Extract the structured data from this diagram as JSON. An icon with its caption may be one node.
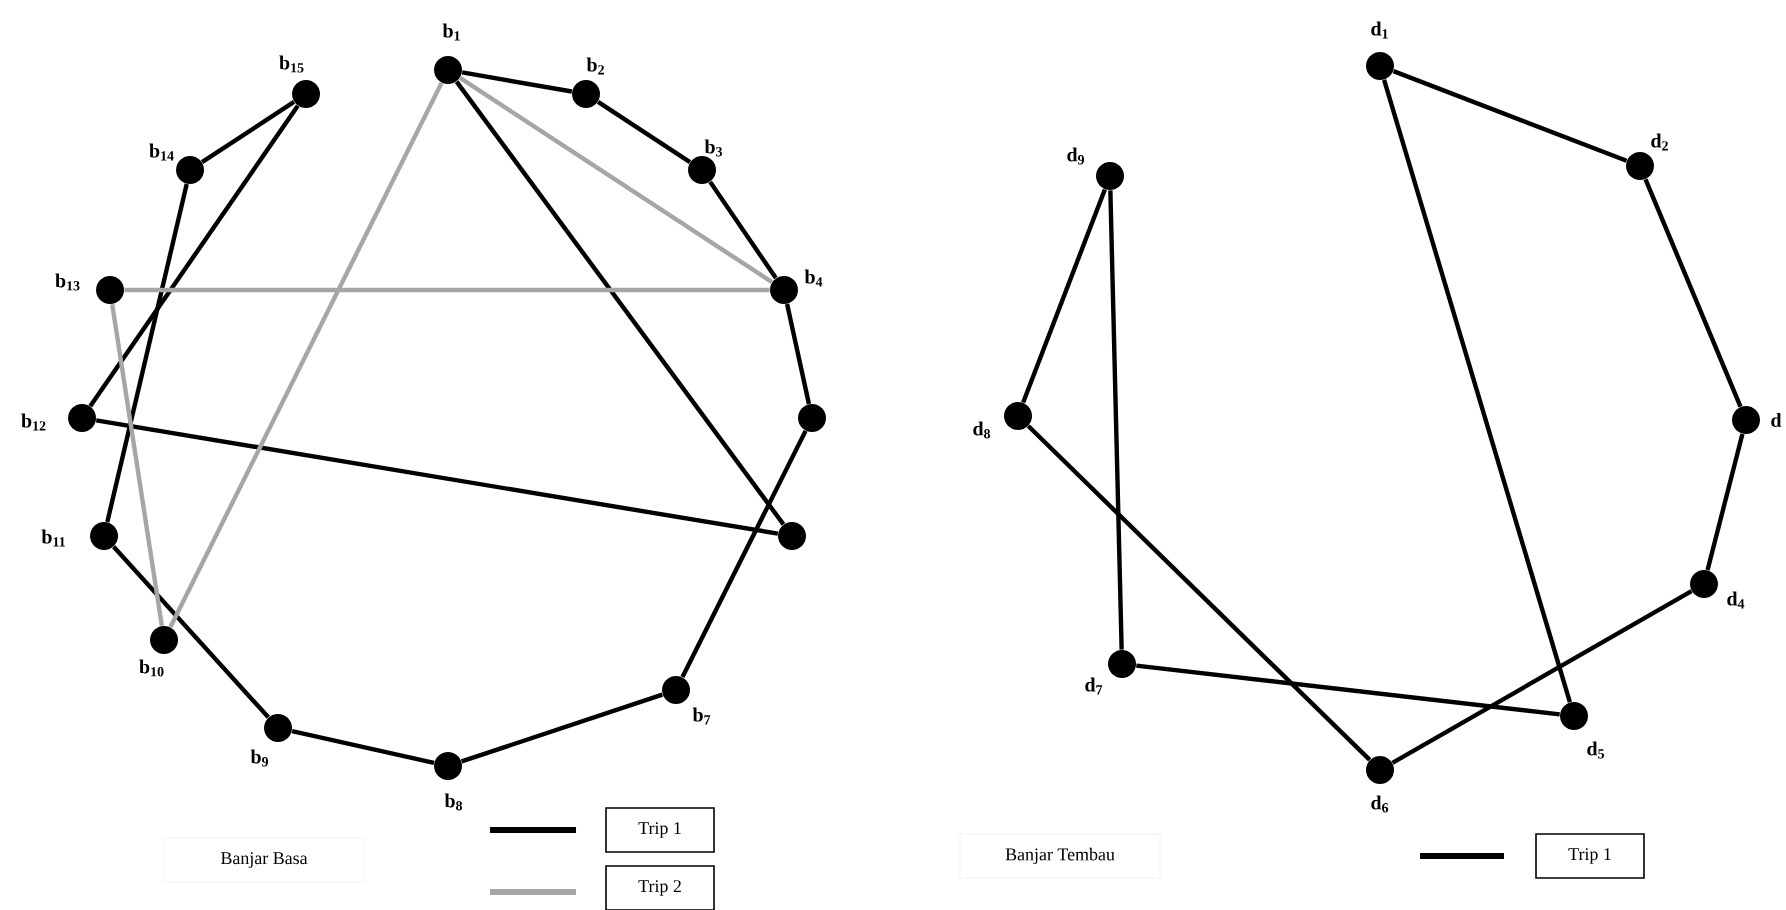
{
  "diagram": {
    "nodes": [
      {
        "text": [],
        "shape": "circle",
        "beside": [
          "b$_{1}$"
        ]
      },
      {
        "text": [],
        "shape": "circle",
        "beside": [
          "b$_{2}$"
        ]
      },
      {
        "text": [],
        "shape": "circle",
        "beside": [
          "b$_{3}$"
        ]
      },
      {
        "text": [],
        "shape": "circle",
        "beside": [
          "b$_{4}$"
        ]
      },
      {
        "text": [],
        "shape": "circle"
      },
      {
        "text": [],
        "shape": "circle"
      },
      {
        "text": [],
        "shape": "circle",
        "beside": [
          "b$_{7}$"
        ]
      },
      {
        "text": [],
        "shape": "circle",
        "beside": [
          "b$_{8}$"
        ]
      },
      {
        "text": [],
        "shape": "circle",
        "beside": [
          "b$_{9}$"
        ]
      },
      {
        "text": [],
        "shape": "circle",
        "beside": [
          "b$_{10}$"
        ]
      },
      {
        "text": [],
        "shape": "circle",
        "beside": [
          "b$_{11}$"
        ]
      },
      {
        "text": [],
        "shape": "circle",
        "beside": [
          "b$_{12}$"
        ]
      },
      {
        "text": [],
        "shape": "circle",
        "beside": [
          "b$_{13}$"
        ]
      },
      {
        "text": [],
        "shape": "circle",
        "beside": [
          "b$_{14}$"
        ]
      },
      {
        "text": [],
        "shape": "circle",
        "beside": [
          "b$_{15}$"
        ]
      },
      {
        "text": [],
        "shape": "circle",
        "beside": [
          "d$_{1}$"
        ]
      },
      {
        "text": [],
        "shape": "circle",
        "beside": [
          "d$_{2}$"
        ]
      },
      {
        "text": [],
        "shape": "circle",
        "beside": [
          "d"
        ]
      },
      {
        "text": [],
        "shape": "circle",
        "beside": [
          "d$_{4}$"
        ]
      },
      {
        "text": [],
        "shape": "circle",
        "beside": [
          "d$_{5}$"
        ]
      },
      {
        "text": [],
        "shape": "circle",
        "beside": [
          "d$_{6}$"
        ]
      },
      {
        "text": [],
        "shape": "circle",
        "beside": [
          "d$_{7}$"
        ]
      },
      {
        "text": [],
        "shape": "circle",
        "beside": [
          "d$_{8}$"
        ]
      },
      {
        "text": [],
        "shape": "circle",
        "beside": [
          "d$_{9}$"
        ]
      }
    ],
    "edges": [
      {
        "from": 0,
        "to": 1,
        "arrow": "none"
      },
      {
        "from": 1,
        "to": 2,
        "arrow": "none"
      },
      {
        "from": 2,
        "to": 3,
        "arrow": "none"
      },
      {
        "from": 3,
        "to": 4,
        "arrow": "none"
      },
      {
        "from": 4,
        "to": 6,
        "arrow": "none"
      },
      {
        "from": 0,
        "to": 5,
        "arrow": "none"
      },
      {
        "from": 5,
        "to": 11,
        "arrow": "none"
      },
      {
        "from": 11,
        "to": 14,
        "arrow": "none"
      },
      {
        "from": 14,
        "to": 13,
        "arrow": "none"
      },
      {
        "from": 13,
        "to": 10,
        "arrow": "none"
      },
      {
        "from": 10,
        "to": 8,
        "arrow": "none"
      },
      {
        "from": 8,
        "to": 7,
        "arrow": "none"
      },
      {
        "from": 7,
        "to": 6,
        "arrow": "none"
      },
      {
        "from": 0,
        "to": 3,
        "arrow": "none",
        "color": "#a6a6a6"
      },
      {
        "from": 12,
        "to": 3,
        "arrow": "none",
        "color": "#a6a6a6"
      },
      {
        "from": 12,
        "to": 9,
        "arrow": "none",
        "color": "#a6a6a6"
      },
      {
        "from": 9,
        "to": 0,
        "arrow": "none",
        "color": "#a6a6a6"
      },
      {
        "from": 15,
        "to": 16,
        "arrow": "none"
      },
      {
        "from": 16,
        "to": 17,
        "arrow": "none"
      },
      {
        "from": 17,
        "to": 18,
        "arrow": "none"
      },
      {
        "from": 18,
        "to": 20,
        "arrow": "none"
      },
      {
        "from": 20,
        "to": 22,
        "arrow": "none"
      },
      {
        "from": 22,
        "to": 23,
        "arrow": "none"
      },
      {
        "from": 23,
        "to": 21,
        "arrow": "none"
      },
      {
        "from": 21,
        "to": 19,
        "arrow": "none"
      },
      {
        "from": 19,
        "to": 15,
        "arrow": "none"
      }
    ],
    "labels": [
      "Banjar Basa",
      "Banjar Tembau"
    ],
    "legend": [
      {
        "text": "Trip 1",
        "color": "#000000"
      },
      {
        "text": "Trip 2",
        "color": "#a6a6a6"
      },
      {
        "text": "Trip 1",
        "color": "#000000"
      }
    ]
  }
}
